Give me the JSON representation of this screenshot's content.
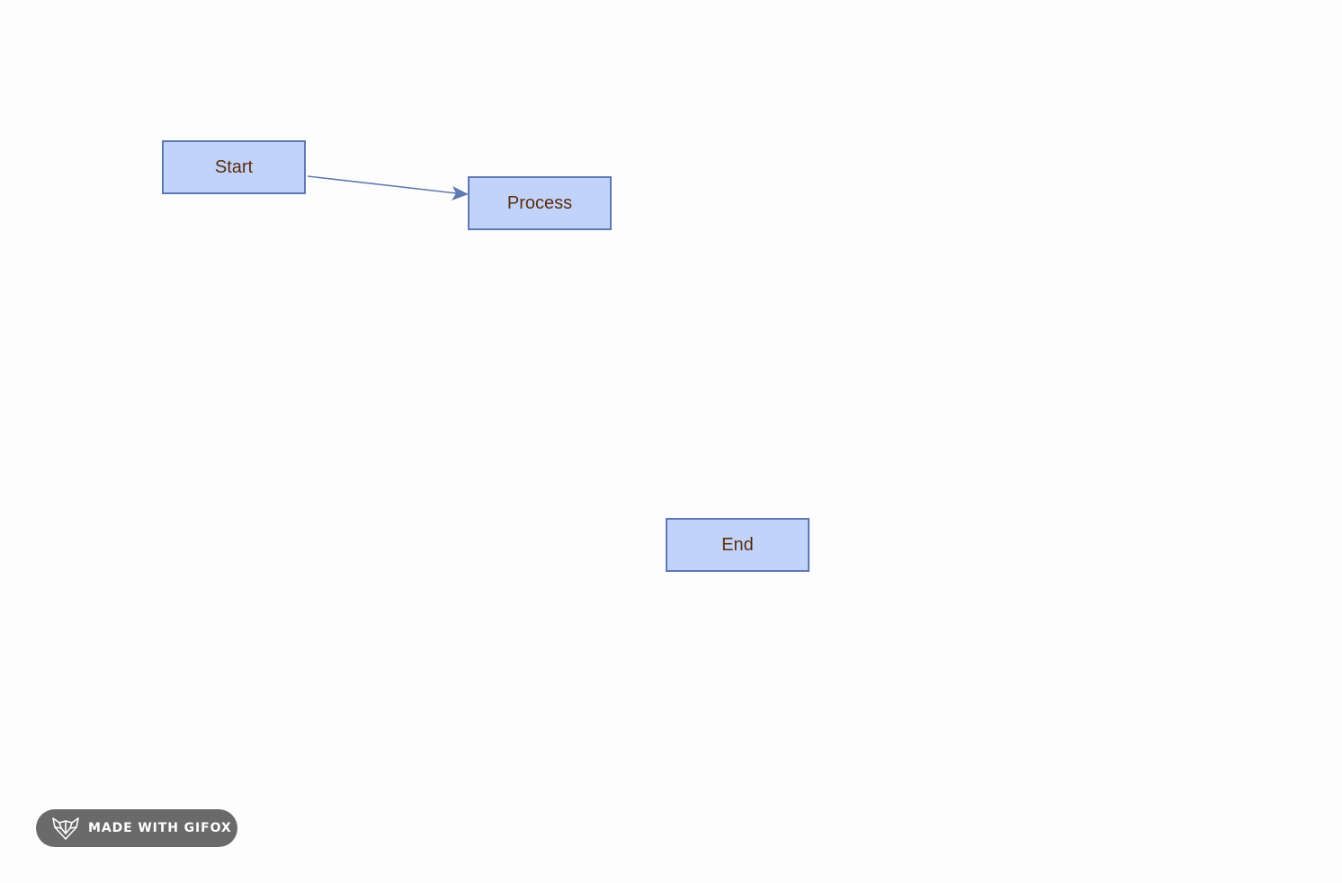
{
  "diagram": {
    "nodes": [
      {
        "id": "start",
        "label": "Start"
      },
      {
        "id": "process",
        "label": "Process"
      },
      {
        "id": "end",
        "label": "End"
      }
    ],
    "edges": [
      {
        "from": "start",
        "to": "process",
        "directed": true
      }
    ],
    "colors": {
      "node_fill": "#c1d3fb",
      "node_border": "#5f79b3",
      "label_text": "#5a2e0e",
      "edge": "#5f79b3",
      "background": "#fdfdfd"
    }
  },
  "watermark": {
    "text": "MADE WITH GIFOX",
    "icon": "fox-icon",
    "background": "#6a6a6a",
    "text_color": "#ffffff"
  }
}
